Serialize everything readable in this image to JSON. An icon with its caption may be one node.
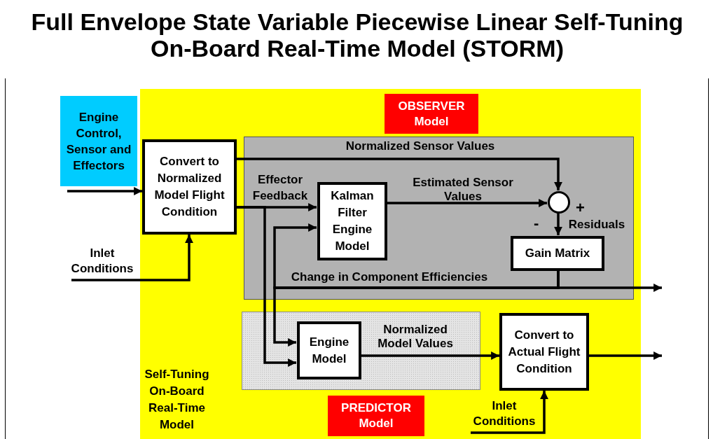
{
  "diagram": {
    "title": "Full Envelope State Variable Piecewise Linear Self-Tuning On-Board Real-Time Model (STORM)",
    "nodes": [
      {
        "text": [
          "Self-Tuning On-Board Real-Time Model"
        ]
      },
      {
        "text": [
          "OBSERVER Model"
        ],
        "in": 0
      },
      {
        "text": [],
        "shape": "box",
        "in": 0
      },
      {
        "text": [
          "Engine Control, Sensor and Effectors"
        ]
      },
      {
        "text": [
          "Convert to Normalized Model Flight Condition"
        ],
        "in": 0
      },
      {
        "text": [
          "Inlet Conditions"
        ]
      },
      {
        "text": [
          "Kalman Filter Engine Model"
        ],
        "in": 2
      },
      {
        "text": [],
        "shape": "circle",
        "in": 2
      },
      {
        "text": [
          "Gain Matrix"
        ],
        "in": 2
      },
      {
        "text": [],
        "shape": "box",
        "in": 0
      },
      {
        "text": [
          "Engine Model"
        ],
        "in": 9
      },
      {
        "text": [
          "Convert to Actual Flight Condition"
        ],
        "in": 0
      },
      {
        "text": [
          "PREDICTOR Model"
        ],
        "in": 0
      },
      {
        "text": [
          "Inlet Conditions"
        ],
        "in": 0
      }
    ],
    "edges": [
      {
        "from": 3,
        "to": 4,
        "arrow": "to"
      },
      {
        "from": 5,
        "to": 4,
        "arrow": "to"
      },
      {
        "from": 4,
        "to": 7,
        "arrow": "to",
        "label": "Normalized Sensor Values"
      },
      {
        "from": 4,
        "to": 6,
        "arrow": "to",
        "label": "Effector Feedback"
      },
      {
        "from": 6,
        "to": 7,
        "arrow": "to",
        "label": "Estimated Sensor Values"
      },
      {
        "from": 7,
        "to": 8,
        "arrow": "to",
        "label": "Residuals"
      },
      {
        "from": 8,
        "to": null,
        "arrow": "to"
      },
      {
        "from": 8,
        "to": 6,
        "arrow": "to",
        "label": "Change in Component Efficiencies"
      },
      {
        "from": 8,
        "to": 10,
        "arrow": "to"
      },
      {
        "from": 4,
        "to": 10,
        "arrow": "to"
      },
      {
        "from": 10,
        "to": 11,
        "arrow": "to",
        "label": "Normalized Model Values"
      },
      {
        "from": 11,
        "to": null,
        "arrow": "to"
      },
      {
        "from": 13,
        "to": 11,
        "arrow": "to"
      }
    ],
    "labels": [
      "+",
      "-"
    ]
  }
}
